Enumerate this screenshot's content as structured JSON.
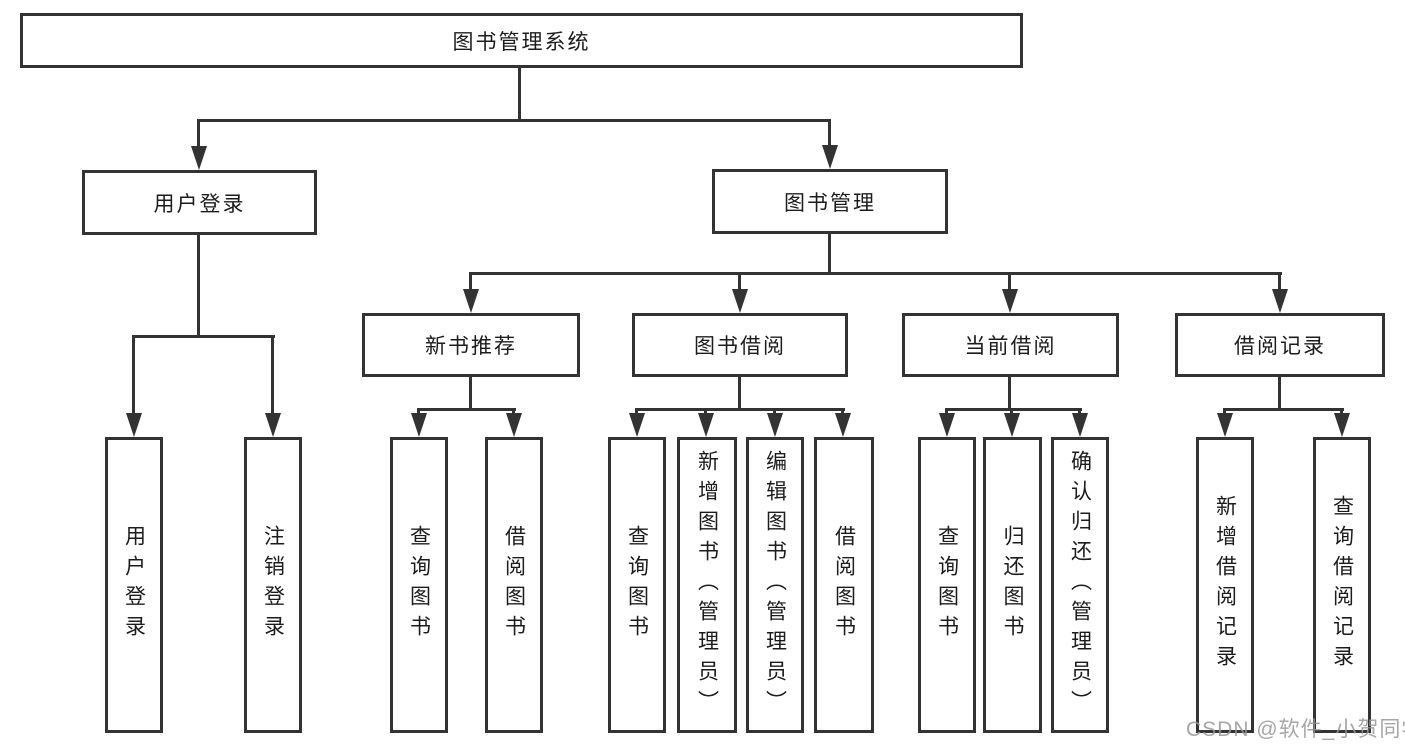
{
  "diagram": {
    "type": "hierarchy",
    "colors": {
      "line": "#333333",
      "text": "#1c1c1c",
      "background": "#ffffff",
      "watermark": "#969696"
    },
    "tree": {
      "label": "图书管理系统",
      "children": [
        {
          "label": "用户登录",
          "children": [
            {
              "label": "用户登录"
            },
            {
              "label": "注销登录"
            }
          ]
        },
        {
          "label": "图书管理",
          "children": [
            {
              "label": "新书推荐",
              "children": [
                {
                  "label": "查询图书"
                },
                {
                  "label": "借阅图书"
                }
              ]
            },
            {
              "label": "图书借阅",
              "children": [
                {
                  "label": "查询图书"
                },
                {
                  "label": "新增图书（管理员）"
                },
                {
                  "label": "编辑图书（管理员）"
                },
                {
                  "label": "借阅图书"
                }
              ]
            },
            {
              "label": "当前借阅",
              "children": [
                {
                  "label": "查询图书"
                },
                {
                  "label": "归还图书"
                },
                {
                  "label": "确认归还（管理员）"
                }
              ]
            },
            {
              "label": "借阅记录",
              "children": [
                {
                  "label": "新增借阅记录"
                },
                {
                  "label": "查询借阅记录"
                }
              ]
            }
          ]
        }
      ]
    },
    "watermark": {
      "text": "CSDN @软件_小贺同学"
    }
  }
}
